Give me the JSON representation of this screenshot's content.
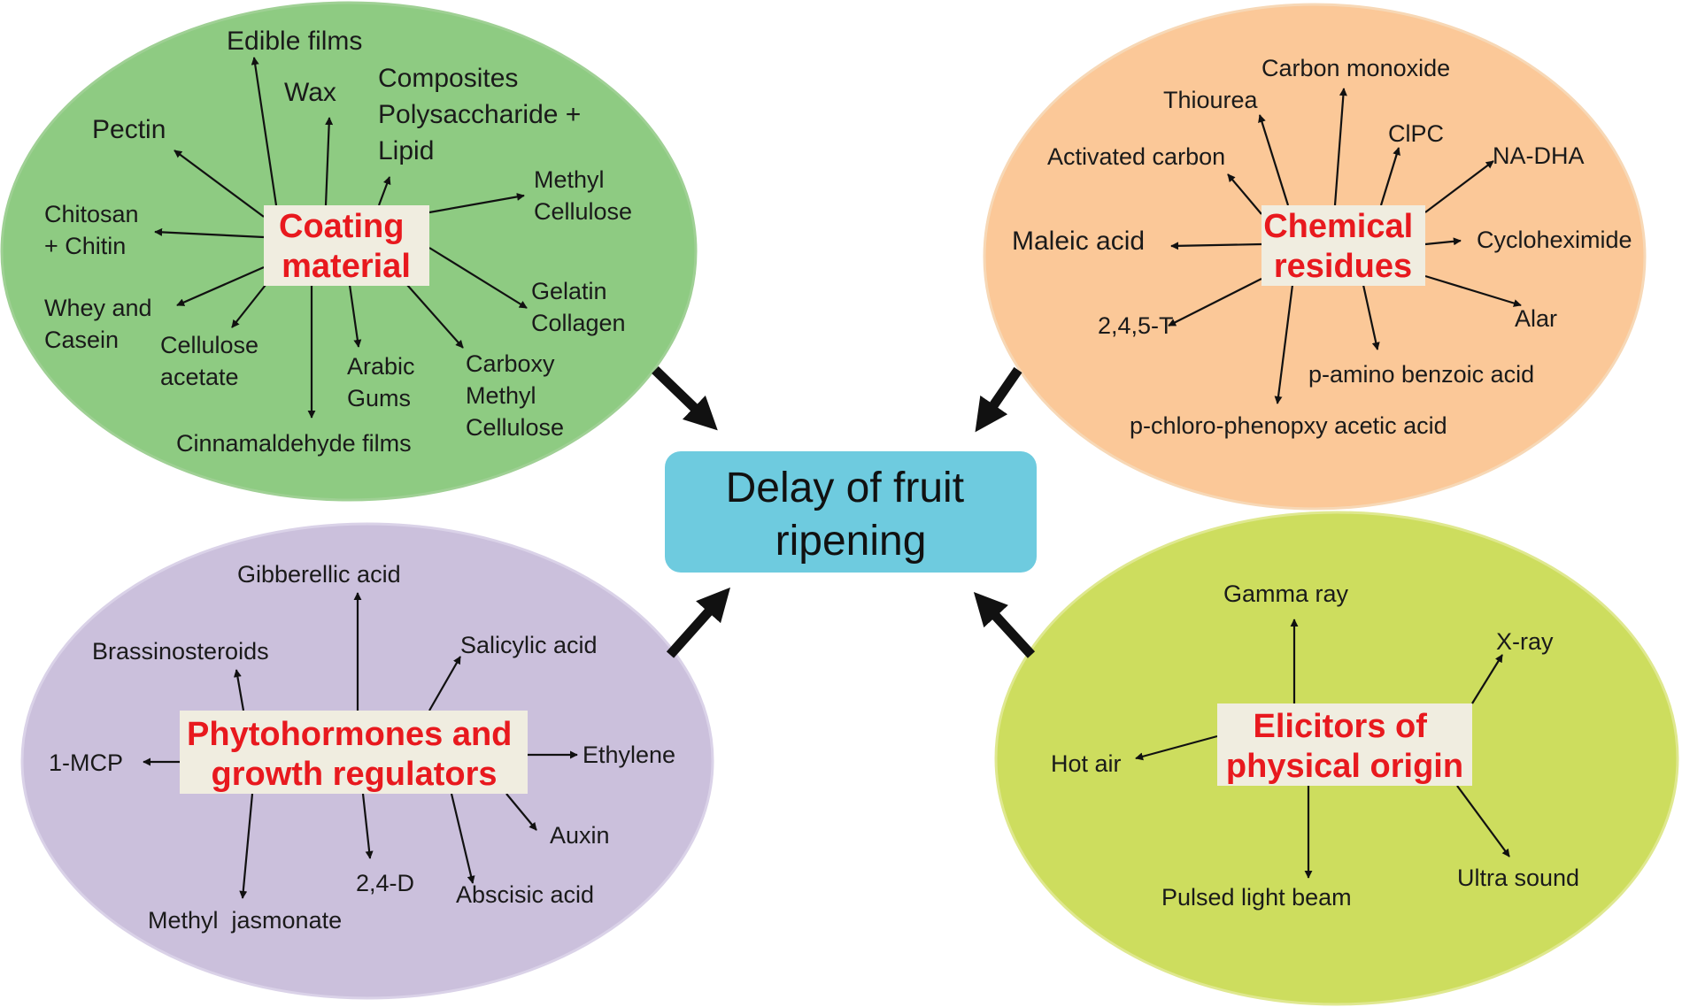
{
  "center": {
    "lines": [
      "Delay of fruit",
      "ripening"
    ],
    "fill": "#6ecbdf"
  },
  "groups": {
    "coating": {
      "hub_lines": [
        "Coating",
        "material"
      ],
      "ellipse_fill": "#8ecb82",
      "items": {
        "edible_films": [
          "Edible films"
        ],
        "wax": [
          "Wax"
        ],
        "composites": [
          "Composites",
          "Polysaccharide +",
          "Lipid"
        ],
        "pectin": [
          "Pectin"
        ],
        "methyl_cellulose": [
          "Methyl",
          "Cellulose"
        ],
        "chitosan": [
          "Chitosan",
          "+ Chitin"
        ],
        "whey_casein": [
          "Whey and",
          "Casein"
        ],
        "gelatin_collagen": [
          "Gelatin",
          "Collagen"
        ],
        "cellulose_acetate": [
          "Cellulose",
          "acetate"
        ],
        "arabic_gums": [
          "Arabic",
          "Gums"
        ],
        "carboxy_methyl_cellulose": [
          "Carboxy",
          "Methyl",
          "Cellulose"
        ],
        "cinnamaldehyde_films": [
          "Cinnamaldehyde films"
        ]
      }
    },
    "chemical": {
      "hub_lines": [
        "Chemical",
        "residues"
      ],
      "ellipse_fill": "#fbc898",
      "items": {
        "carbon_monoxide": [
          "Carbon monoxide"
        ],
        "thiourea": [
          "Thiourea"
        ],
        "cipc": [
          "ClPC"
        ],
        "activated_carbon": [
          "Activated carbon"
        ],
        "na_dha": [
          "NA-DHA"
        ],
        "maleic_acid": [
          "Maleic acid"
        ],
        "cycloheximide": [
          "Cycloheximide"
        ],
        "t245": [
          "2,4,5-T"
        ],
        "alar": [
          "Alar"
        ],
        "p_amino": [
          "p-amino benzoic acid"
        ],
        "p_chloro": [
          "p-chloro-phenopxy acetic acid"
        ]
      }
    },
    "phyto": {
      "hub_lines": [
        "Phytohormones and",
        "growth regulators"
      ],
      "ellipse_fill": "#cbc0dc",
      "items": {
        "gibberellic": [
          "Gibberellic acid"
        ],
        "brassino": [
          "Brassinosteroids"
        ],
        "salicylic": [
          "Salicylic acid"
        ],
        "mcp": [
          "1-MCP"
        ],
        "ethylene": [
          "Ethylene"
        ],
        "auxin": [
          "Auxin"
        ],
        "d24": [
          "2,4-D"
        ],
        "abscisic": [
          "Abscisic acid"
        ],
        "methyl_jasmonate": [
          "Methyl  jasmonate"
        ]
      }
    },
    "elicitors": {
      "hub_lines": [
        "Elicitors of",
        "physical origin"
      ],
      "ellipse_fill": "#cddd5e",
      "items": {
        "gamma": [
          "Gamma ray"
        ],
        "xray": [
          "X-ray"
        ],
        "hot_air": [
          "Hot air"
        ],
        "pulsed": [
          "Pulsed light beam"
        ],
        "ultra": [
          "Ultra sound"
        ]
      }
    }
  },
  "colors": {
    "hub_box": "#f0ede0",
    "hub_text": "#e8191e",
    "arrow": "#111111"
  }
}
